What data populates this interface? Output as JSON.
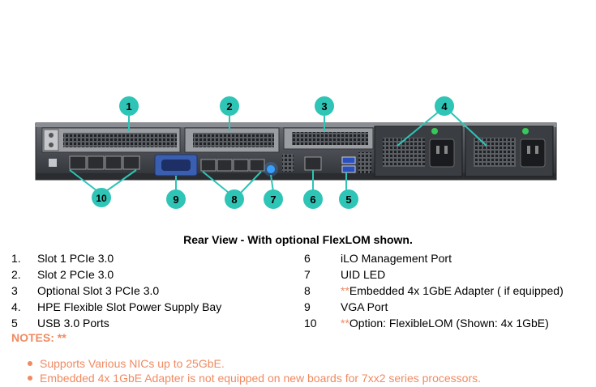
{
  "figure": {
    "callouts": [
      "1",
      "2",
      "3",
      "4",
      "5",
      "6",
      "7",
      "8",
      "9",
      "10"
    ]
  },
  "caption": "Rear View - With optional FlexLOM shown.",
  "legend_left": [
    {
      "num": "1.",
      "label": "Slot 1 PCIe 3.0"
    },
    {
      "num": "2.",
      "label": "Slot 2 PCIe 3.0"
    },
    {
      "num": "3",
      "label": "Optional Slot 3 PCIe 3.0"
    },
    {
      "num": "4.",
      "label": "HPE Flexible Slot Power Supply Bay"
    },
    {
      "num": "5",
      "label": "USB 3.0 Ports"
    }
  ],
  "legend_right": [
    {
      "num": "6",
      "prefix": "",
      "label": "iLO Management Port"
    },
    {
      "num": "7",
      "prefix": "",
      "label": "UID LED"
    },
    {
      "num": "8",
      "prefix": "**",
      "label": "Embedded 4x 1GbE Adapter ( if equipped)"
    },
    {
      "num": "9",
      "prefix": "",
      "label": "VGA Port"
    },
    {
      "num": "10",
      "prefix": "**",
      "label": "Option: FlexibleLOM (Shown: 4x 1GbE)"
    }
  ],
  "notes_title": "NOTES: **",
  "notes": [
    "Supports Various NICs up to 25GbE.",
    "Embedded 4x 1GbE Adapter is not equipped on new boards for 7xx2 series processors."
  ],
  "colors": {
    "callout": "#2ec4b6",
    "note": "#f08a61",
    "chassis": "#3a3d42",
    "vga": "#3b5fb0",
    "uid_led": "#3aa0ff"
  }
}
